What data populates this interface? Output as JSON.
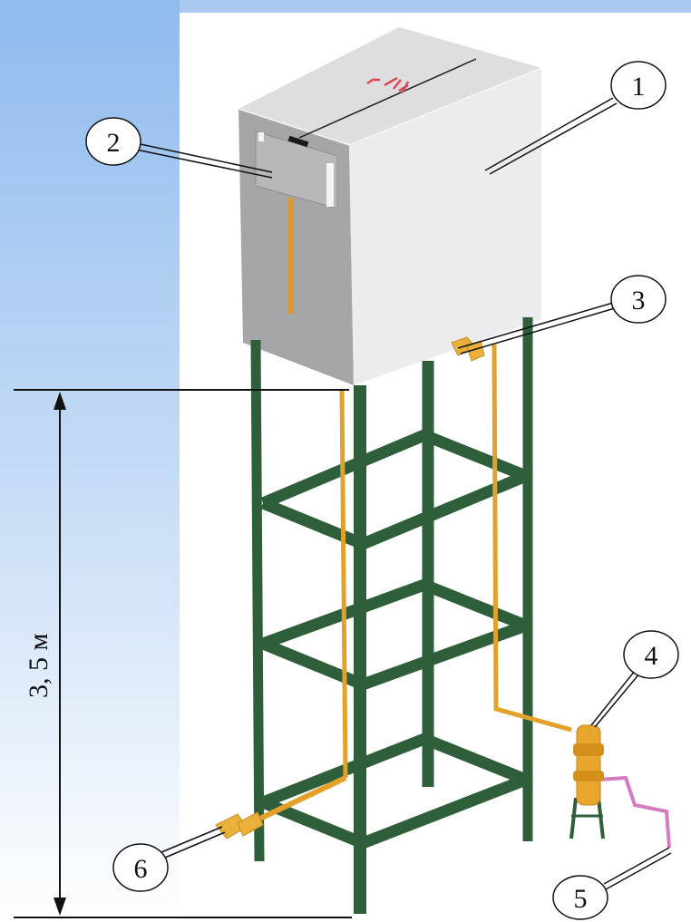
{
  "callouts": [
    {
      "id": "1",
      "label": "1"
    },
    {
      "id": "2",
      "label": "2"
    },
    {
      "id": "3",
      "label": "3"
    },
    {
      "id": "4",
      "label": "4"
    },
    {
      "id": "5",
      "label": "5"
    },
    {
      "id": "6",
      "label": "6"
    }
  ],
  "dimension": {
    "label": "3, 5 м"
  },
  "colors": {
    "frame": "#2f5f3a",
    "frame_dark": "#234a2c",
    "tank_front": "#a9a9ab",
    "tank_side": "#e9e9eb",
    "tank_top": "#dcdcde",
    "pipe": "#e3a12a",
    "pipe_pink": "#d77bc0",
    "sky_top": "#9ec4f0",
    "sky_bottom": "#ffffff"
  }
}
